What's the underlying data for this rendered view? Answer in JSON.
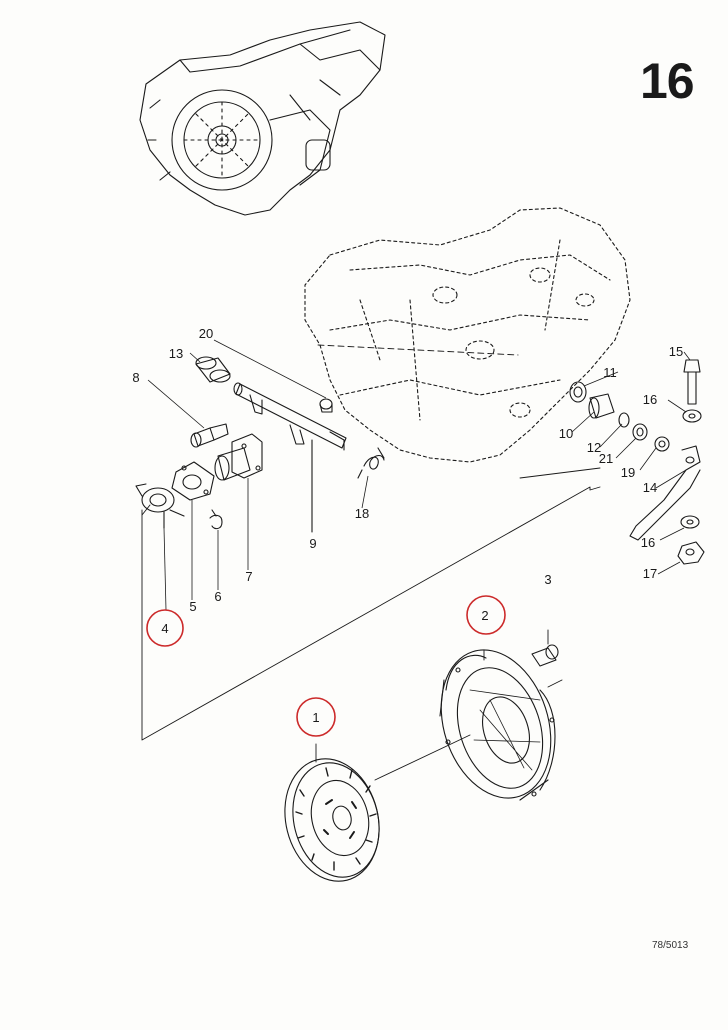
{
  "page": {
    "number": "16",
    "drawing_code": "78/5013"
  },
  "parts": {
    "p1": "1",
    "p2": "2",
    "p3": "3",
    "p4": "4",
    "p5": "5",
    "p6": "6",
    "p7": "7",
    "p8": "8",
    "p9": "9",
    "p10": "10",
    "p11": "11",
    "p12": "12",
    "p13": "13",
    "p14": "14",
    "p15": "15",
    "p16a": "16",
    "p16b": "16",
    "p17": "17",
    "p18": "18",
    "p19": "19",
    "p20": "20",
    "p21": "21"
  },
  "highlight_color": "#cc2a2a"
}
